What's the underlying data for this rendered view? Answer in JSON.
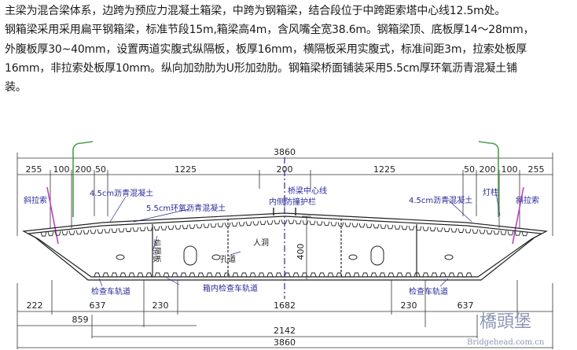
{
  "paragraph": [
    "主梁为混合梁体系，边跨为预应力混凝土箱梁，中跨为钢箱梁，结合段位于中跨距索塔中心线12.5m处。",
    "钢箱梁采用采用扁平钢箱梁，标准节段15m,箱梁高4m，含风嘴全宽38.6m。钢箱梁顶、底板厚14～28mm，",
    "外腹板厚30~40mm，设置两道实腹式纵隔板，板厚16mm，横隔板采用实腹式，标准间距3m，拉索处板厚",
    "16mm，非拉索处板厚10mm。纵向加劲肋为U形加劲肋。钢箱梁桥面铺装采用5.5cm厚环氧沥青混凝土铺",
    "装。"
  ],
  "drawing": {
    "top_total": "3860",
    "top_dims": [
      "255",
      "100",
      "200",
      "50",
      "1225",
      "200",
      "1225",
      "50",
      "200",
      "100",
      "255"
    ],
    "bottom_row1": [
      "222",
      "637",
      "230",
      "1682",
      "230",
      "637"
    ],
    "bottom_row2": [
      "859"
    ],
    "bottom_row3": "2142",
    "bottom_total": "3860",
    "height": "400",
    "labels": {
      "cable_left": "斜拉索",
      "cable_right": "斜拉索",
      "asphalt_left": "4.5cm沥青混凝土",
      "asphalt_right": "4.5cm沥青混凝土",
      "epoxy": "5.5cm环氧沥青混凝土",
      "centerline": "桥梁中心线",
      "guardrail": "内侧防撞护栏",
      "lamp": "灯柱",
      "diaphragm": "纵隔板",
      "hole": "孔道",
      "manhole": "人洞",
      "rail_left": "检查车轨道",
      "rail_center": "箱内检查车轨道",
      "rail_right": "检查车轨道"
    }
  },
  "watermark": {
    "title": "橋頭堡",
    "url": "Bridgehead.com.cn"
  }
}
